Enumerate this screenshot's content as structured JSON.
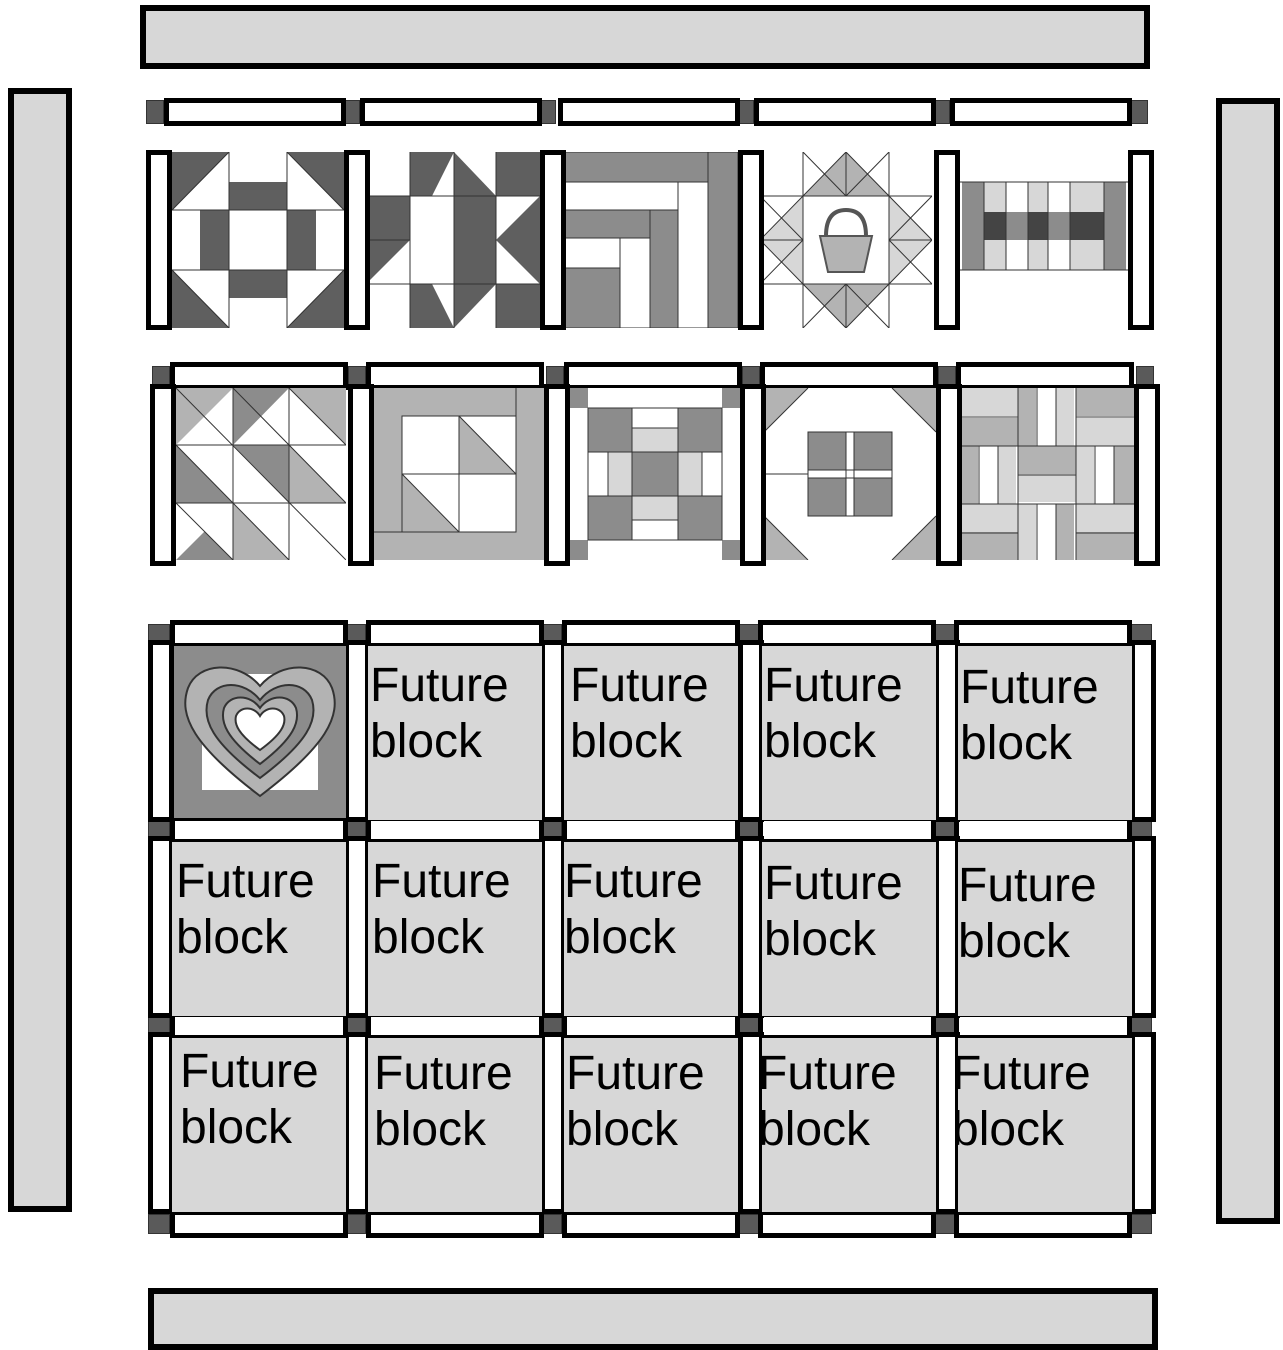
{
  "quilt": {
    "colors": {
      "dark": "#5f5f5f",
      "medium": "#8c8c8c",
      "light": "#b3b3b3",
      "pale": "#d7d7d7",
      "white": "#ffffff"
    },
    "row1_blocks": [
      {
        "name": "churn-dash-block"
      },
      {
        "name": "star-block"
      },
      {
        "name": "log-cabin-block"
      },
      {
        "name": "basket-block"
      },
      {
        "name": "rail-stripe-block"
      }
    ],
    "row2_blocks": [
      {
        "name": "half-square-triangles-block"
      },
      {
        "name": "framed-triangle-block"
      },
      {
        "name": "nine-patch-variant-block"
      },
      {
        "name": "snowball-cross-block"
      },
      {
        "name": "rail-fence-block"
      }
    ],
    "heart_block": {
      "name": "heart-block"
    },
    "future_blocks": [
      "Future\nblock",
      "Future\nblock",
      "Future\nblock",
      "Future\nblock",
      "Future\nblock",
      "Future\nblock",
      "Future\nblock",
      "Future\nblock",
      "Future\nblock",
      "Future\nblock",
      "Future\nblock",
      "Future\nblock",
      "Future\nblock",
      "Future\nblock"
    ]
  }
}
